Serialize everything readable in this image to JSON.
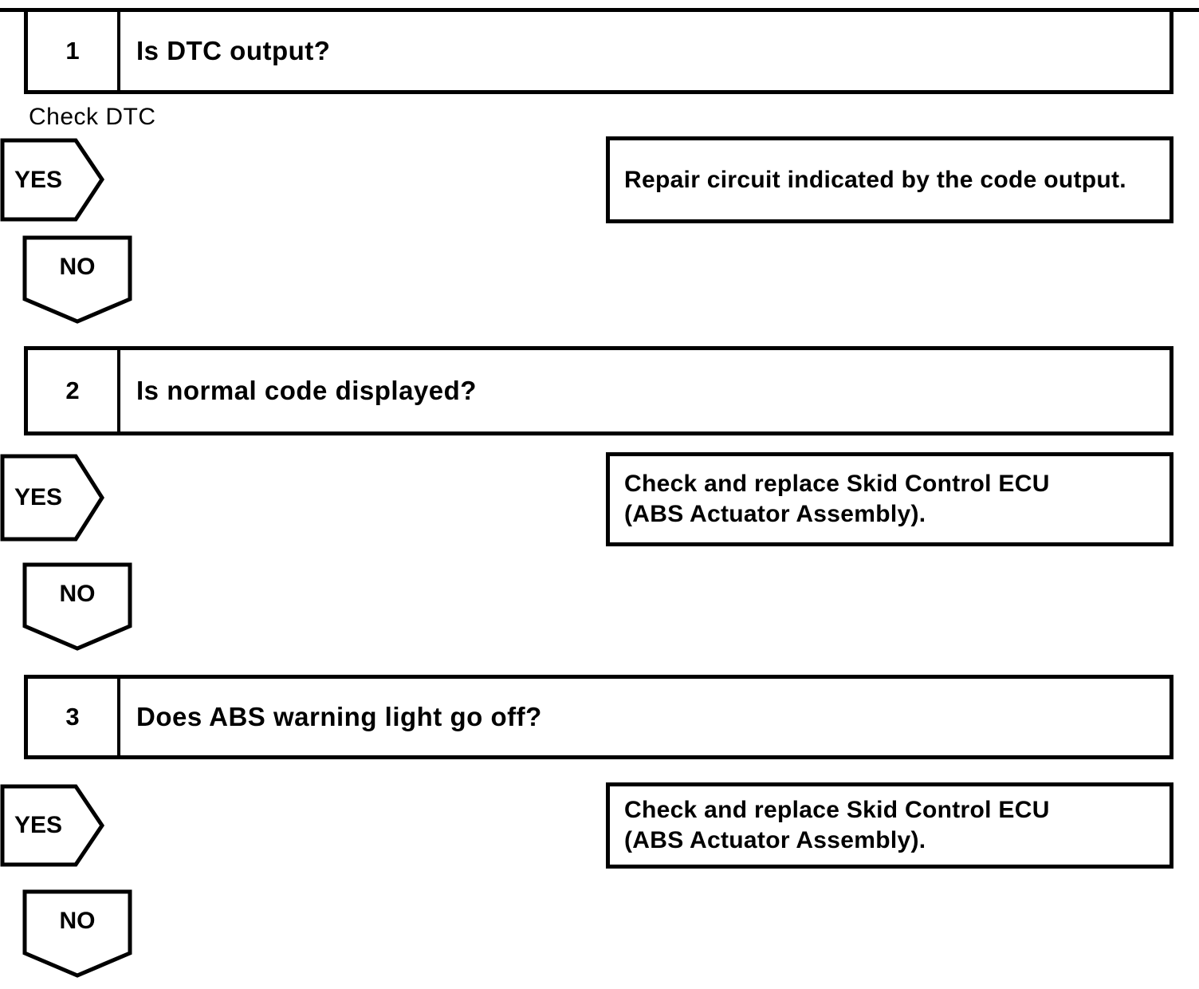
{
  "page": {
    "background": "#ffffff",
    "line_color": "#000000"
  },
  "note": "Check DTC",
  "steps": [
    {
      "number": "1",
      "question": "Is DTC output?",
      "yes_label": "YES",
      "no_label": "NO",
      "yes_result": [
        "Repair circuit indicated by the code output."
      ]
    },
    {
      "number": "2",
      "question": "Is normal code displayed?",
      "yes_label": "YES",
      "no_label": "NO",
      "yes_result": [
        "Check and replace Skid Control ECU",
        "(ABS Actuator Assembly)."
      ]
    },
    {
      "number": "3",
      "question": "Does ABS warning light go off?",
      "yes_label": "YES",
      "no_label": "NO",
      "yes_result": [
        "Check and replace Skid Control ECU",
        "(ABS Actuator Assembly)."
      ]
    }
  ]
}
